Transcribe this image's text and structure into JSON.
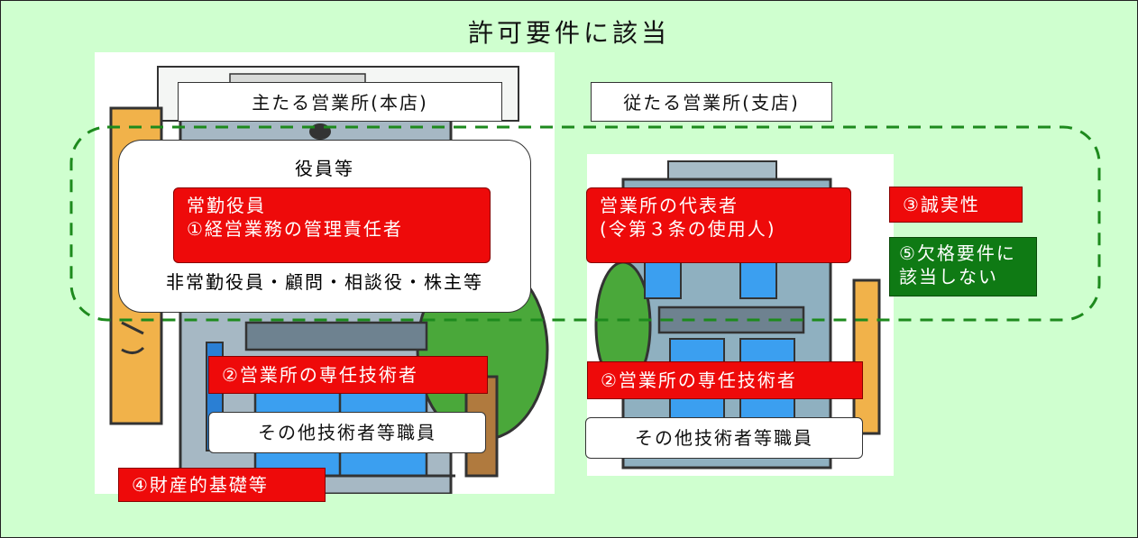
{
  "title": "許可要件に該当",
  "main_office": {
    "label": "主たる営業所(本店)"
  },
  "branch_office": {
    "label": "従たる営業所(支店)"
  },
  "officers_group": {
    "heading": "役員等",
    "full_time_line1": "常勤役員",
    "full_time_line2": "①経営業務の管理責任者",
    "non_full_time": "非常勤役員・顧問・相談役・株主等"
  },
  "branch_representative": {
    "line1": "営業所の代表者",
    "line2": "(令第３条の使用人)"
  },
  "sincerity": "③誠実性",
  "disqualification": {
    "line1": "⑤欠格要件に",
    "line2": "該当しない"
  },
  "main_tech": "②営業所の専任技術者",
  "main_staff": "その他技術者等職員",
  "branch_tech": "②営業所の専任技術者",
  "branch_staff": "その他技術者等職員",
  "finance": "④財産的基礎等",
  "colors": {
    "background": "#cfffcf",
    "red": "#ee0a0a",
    "green": "#0f7a14",
    "dash": "#1d8a1d"
  }
}
